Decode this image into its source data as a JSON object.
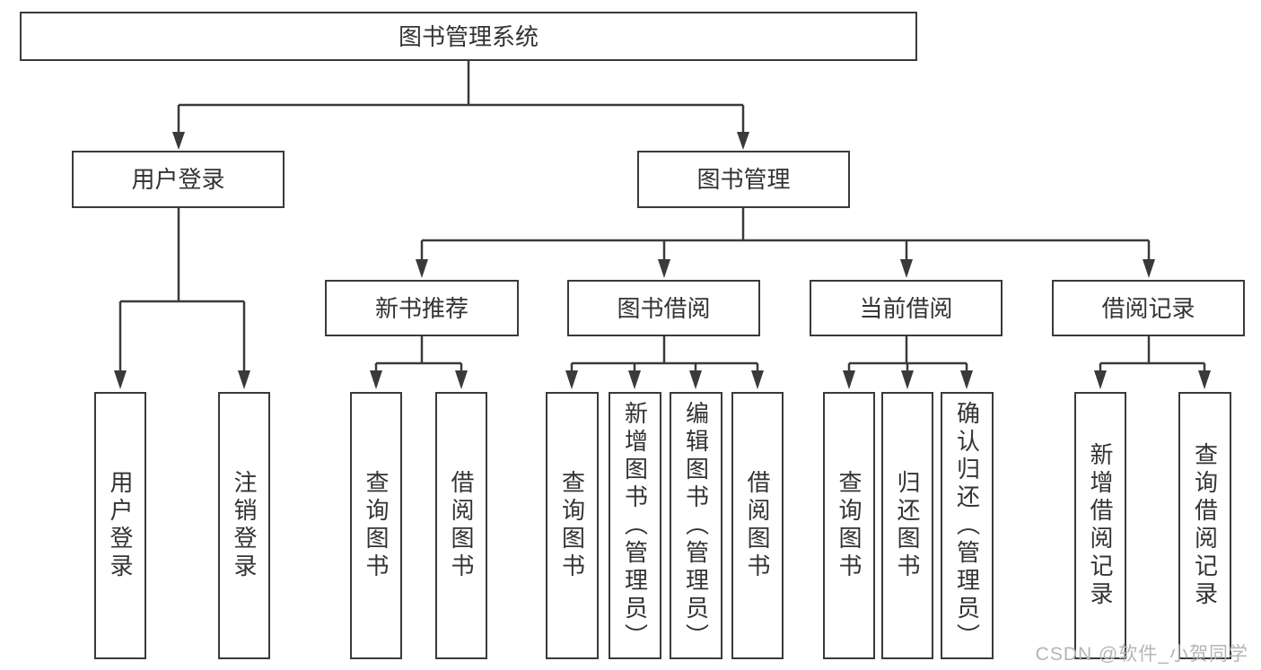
{
  "diagram": {
    "title": "图书管理系统",
    "watermark": "CSDN @软件_小贺同学",
    "colors": {
      "line": "#3a3a3a",
      "text": "#333333",
      "box_fill": "#ffffff",
      "watermark": "#b5b5b5"
    },
    "tree": {
      "root": {
        "label": "图书管理系统",
        "children": [
          {
            "label": "用户登录",
            "children": [
              {
                "label": "用户登录"
              },
              {
                "label": "注销登录"
              }
            ]
          },
          {
            "label": "图书管理",
            "children": [
              {
                "label": "新书推荐",
                "children": [
                  {
                    "label": "查询图书"
                  },
                  {
                    "label": "借阅图书"
                  }
                ]
              },
              {
                "label": "图书借阅",
                "children": [
                  {
                    "label": "查询图书"
                  },
                  {
                    "label": "新增图书（管理员）"
                  },
                  {
                    "label": "编辑图书（管理员）"
                  },
                  {
                    "label": "借阅图书"
                  }
                ]
              },
              {
                "label": "当前借阅",
                "children": [
                  {
                    "label": "查询图书"
                  },
                  {
                    "label": "归还图书"
                  },
                  {
                    "label": "确认归还（管理员）"
                  }
                ]
              },
              {
                "label": "借阅记录",
                "children": [
                  {
                    "label": "新增借阅记录"
                  },
                  {
                    "label": "查询借阅记录"
                  }
                ]
              }
            ]
          }
        ]
      }
    }
  }
}
